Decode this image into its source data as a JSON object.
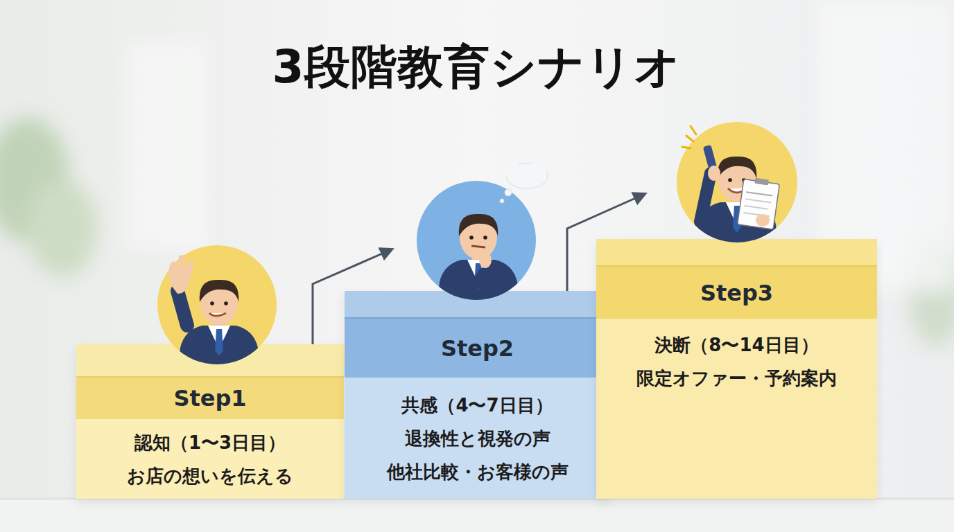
{
  "diagram": {
    "title": "3段階教育シナリオ",
    "nodes": [
      {
        "text": [
          "Step1",
          "認知（1〜3日目）",
          "お店の想いを伝える"
        ]
      },
      {
        "text": [
          "Step2",
          "共感（4〜7日目）",
          "退換性と視発の声",
          "他社比較・お客様の声"
        ]
      },
      {
        "text": [
          "Step3",
          "決断（8〜14日目）",
          "限定オファー・予約案内"
        ]
      }
    ],
    "edges": [
      {
        "from": 0,
        "to": 1,
        "arrow": "to"
      },
      {
        "from": 1,
        "to": 2,
        "arrow": "to"
      }
    ]
  }
}
